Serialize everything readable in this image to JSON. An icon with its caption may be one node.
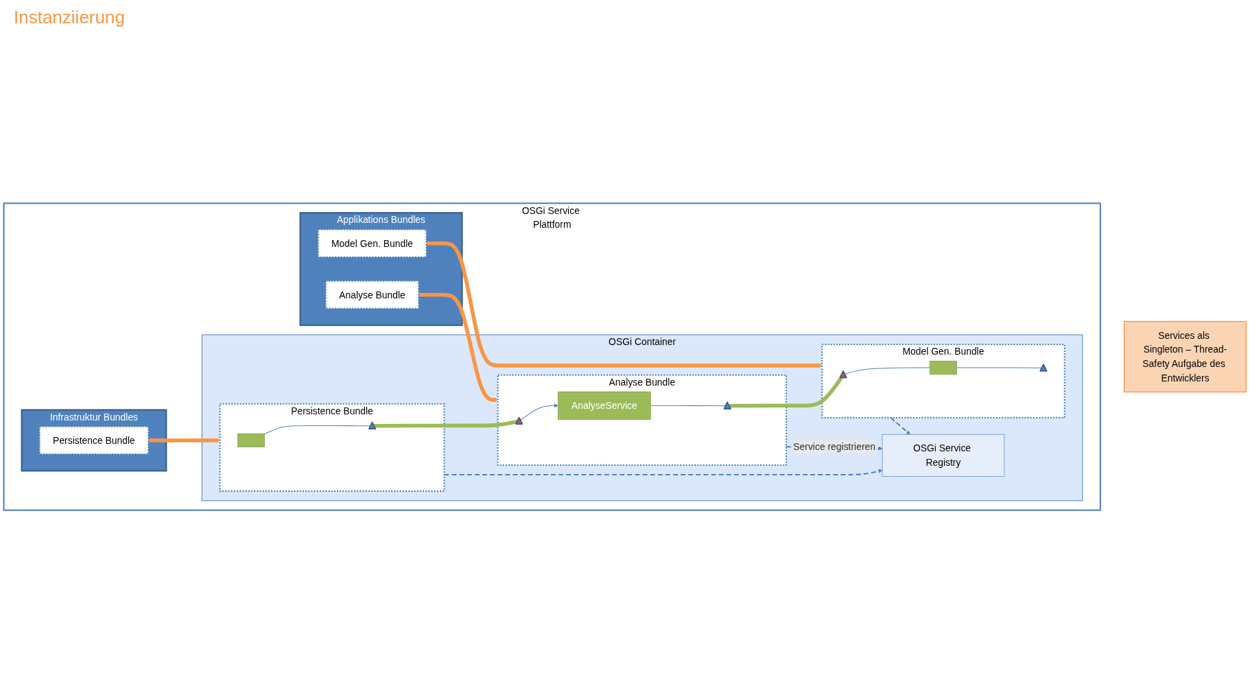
{
  "diagram": {
    "nodes": [
      {
        "text": [
          "OSGi Service Plattform"
        ]
      },
      {
        "text": [
          "Infrastruktur Bundles"
        ],
        "in": 0
      },
      {
        "text": [
          "Persistence Bundle"
        ],
        "in": 1
      },
      {
        "text": [
          "Applikations Bundles"
        ],
        "in": 0
      },
      {
        "text": [
          "Analyse Bundle"
        ],
        "in": 3
      },
      {
        "text": [
          "Model Gen. Bundle"
        ],
        "in": 3
      },
      {
        "text": [
          "OSGi Container"
        ],
        "in": 0
      },
      {
        "text": [
          "Persistence Bundle"
        ],
        "in": 6
      },
      {
        "text": [],
        "shape": "box",
        "in": 7
      },
      {
        "text": [],
        "shape": "triangle",
        "in": 7
      },
      {
        "text": [
          "Analyse Bundle"
        ],
        "in": 6
      },
      {
        "text": [],
        "shape": "triangle",
        "in": 10
      },
      {
        "text": [
          "AnalyseService"
        ],
        "in": 10
      },
      {
        "text": [],
        "shape": "triangle",
        "in": 10
      },
      {
        "text": [
          "Model Gen. Bundle"
        ],
        "in": 6
      },
      {
        "text": [],
        "shape": "triangle",
        "in": 14
      },
      {
        "text": [],
        "shape": "box",
        "in": 14
      },
      {
        "text": [],
        "shape": "triangle",
        "in": 14
      },
      {
        "text": [
          "OSGi Service Registry"
        ],
        "in": 6
      },
      {
        "text": [
          "Services als Singleton – Thread-Safety Aufgabe des Entwicklers"
        ]
      }
    ],
    "edges": [
      {
        "from": 2,
        "to": 7,
        "arrow": "to",
        "style": "thick",
        "color": "#f79646"
      },
      {
        "from": 4,
        "to": 10,
        "arrow": "to",
        "style": "thick",
        "color": "#f79646"
      },
      {
        "from": 5,
        "to": 14,
        "arrow": "to",
        "style": "thick",
        "color": "#f79646"
      },
      {
        "from": 8,
        "to": 9,
        "arrow": "none"
      },
      {
        "from": 9,
        "to": 11,
        "arrow": "none",
        "style": "thick",
        "color": "#9bbb59"
      },
      {
        "from": 11,
        "to": 12,
        "arrow": "to"
      },
      {
        "from": 12,
        "to": 13,
        "arrow": "none"
      },
      {
        "from": 13,
        "to": 15,
        "arrow": "none",
        "style": "thick",
        "color": "#9bbb59"
      },
      {
        "from": 15,
        "to": 16,
        "arrow": "none"
      },
      {
        "from": 16,
        "to": 17,
        "arrow": "none"
      },
      {
        "from": 7,
        "to": 18,
        "arrow": "to",
        "style": "dashed"
      },
      {
        "from": 10,
        "to": 18,
        "arrow": "to",
        "style": "dashed",
        "label": "Service registrieren"
      },
      {
        "from": 14,
        "to": 18,
        "arrow": "to",
        "style": "dashed"
      }
    ],
    "labels": [
      "Instanziierung"
    ]
  }
}
